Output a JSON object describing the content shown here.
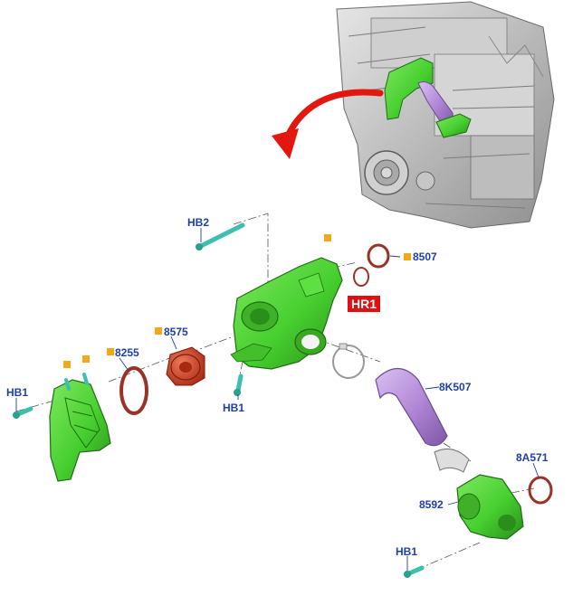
{
  "colors": {
    "part_green": "#47cf2f",
    "part_green_dark": "#2a8f1a",
    "thermostat_red": "#c9361d",
    "hose_purple": "#b48ad8",
    "seal_ring": "#9a3326",
    "callout_blue": "#1f3fa8",
    "arrow_red": "#e3170f",
    "marker_orange": "#f2a81a",
    "engine_gray": "#b9b9b9"
  },
  "callouts": {
    "hb2": "HB2",
    "n8507": "8507",
    "hr1": "HR1",
    "n8575": "8575",
    "n8255": "8255",
    "hb1_left": "HB1",
    "hb1_mid": "HB1",
    "n8k507": "8K507",
    "n8a571": "8A571",
    "n8592": "8592",
    "hb1_bottom": "HB1"
  },
  "icons": {
    "marker": "orange-square-marker",
    "direction": "curved-red-arrow"
  }
}
